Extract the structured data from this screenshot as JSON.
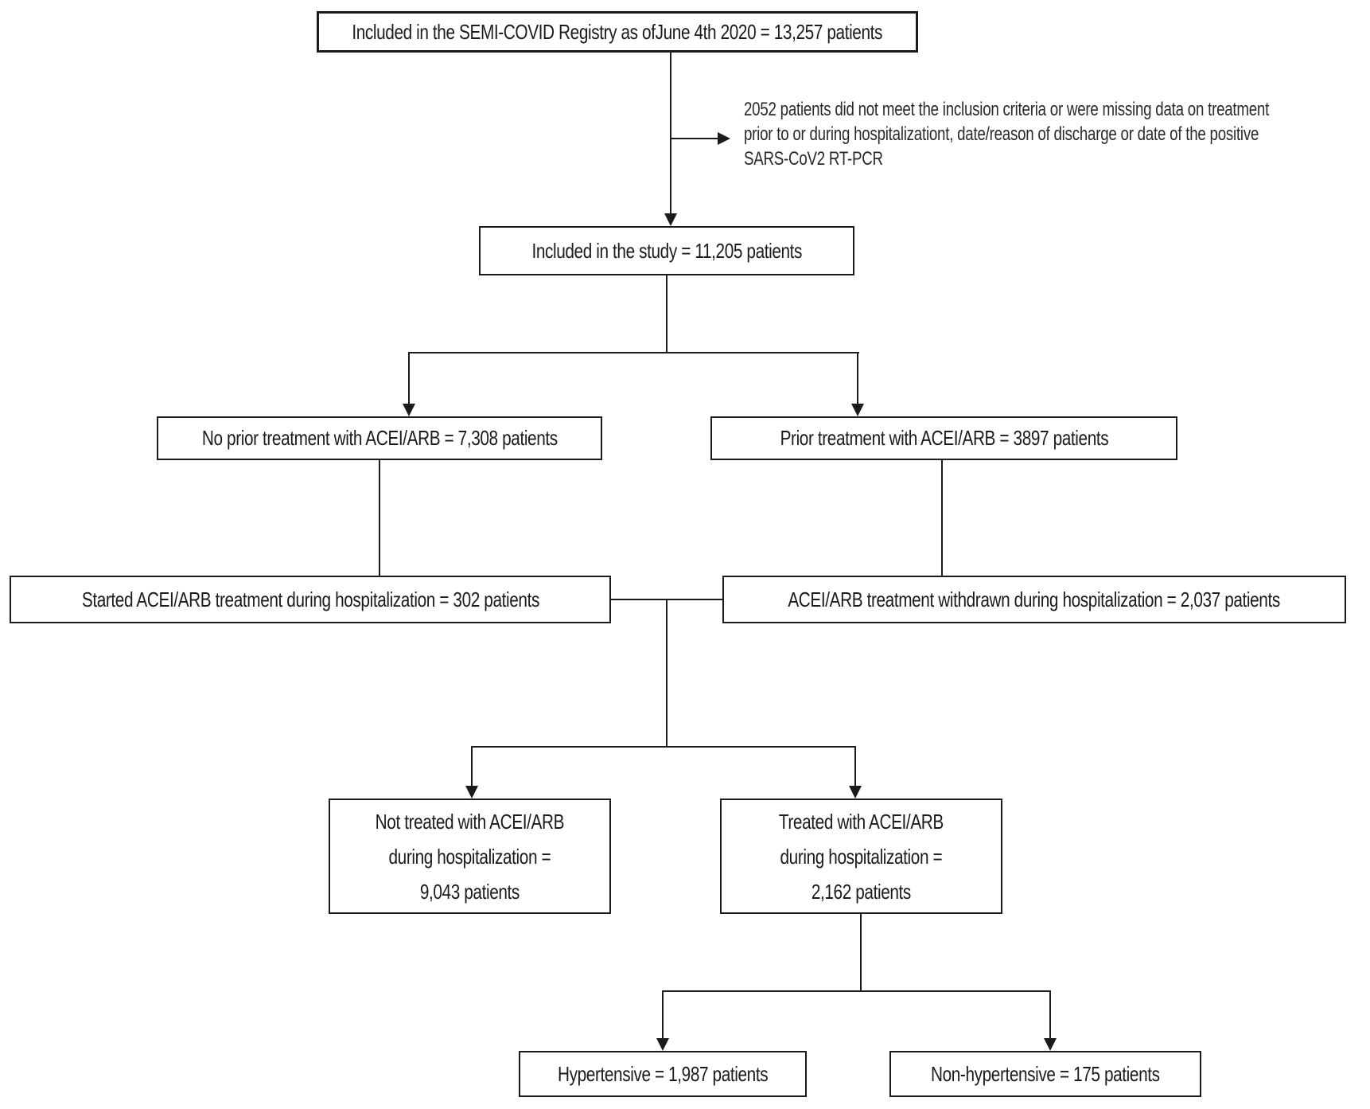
{
  "figure": {
    "type": "flowchart",
    "description": "Patient inclusion flow diagram, SEMI-COVID Registry",
    "colors": {
      "background": "#ffffff",
      "box_border": "#1b1b1b",
      "line": "#1b1b1b",
      "text": "#1b1b1b"
    }
  },
  "flowchart": {
    "nodes": {
      "registry": {
        "label": "Included in the SEMI-COVID Registry as ofJune 4th 2020 = 13,257 patients"
      },
      "exclusion_note": {
        "lines": [
          "2052 patients did not meet the inclusion criteria or were missing data on treatment",
          "prior to or during hospitalizationt, date/reason of discharge or date of the positive",
          "SARS-CoV2 RT-PCR"
        ]
      },
      "study": {
        "label": "Included in the study = 11,205 patients"
      },
      "no_prior": {
        "label": "No prior treatment with ACEI/ARB = 7,308 patients"
      },
      "prior": {
        "label": "Prior treatment with ACEI/ARB = 3897 patients"
      },
      "started": {
        "label": "Started ACEI/ARB treatment during hospitalization = 302 patients"
      },
      "withdrawn": {
        "label": "ACEI/ARB treatment withdrawn during hospitalization = 2,037 patients"
      },
      "not_treated": {
        "lines": [
          "Not treated with ACEI/ARB",
          "during hospitalization =",
          "9,043 patients"
        ]
      },
      "treated": {
        "lines": [
          "Treated with ACEI/ARB",
          "during hospitalization =",
          "2,162 patients"
        ]
      },
      "hypertensive": {
        "label": "Hypertensive = 1,987 patients"
      },
      "non_hypertensive": {
        "label": "Non-hypertensive = 175 patients"
      }
    }
  }
}
